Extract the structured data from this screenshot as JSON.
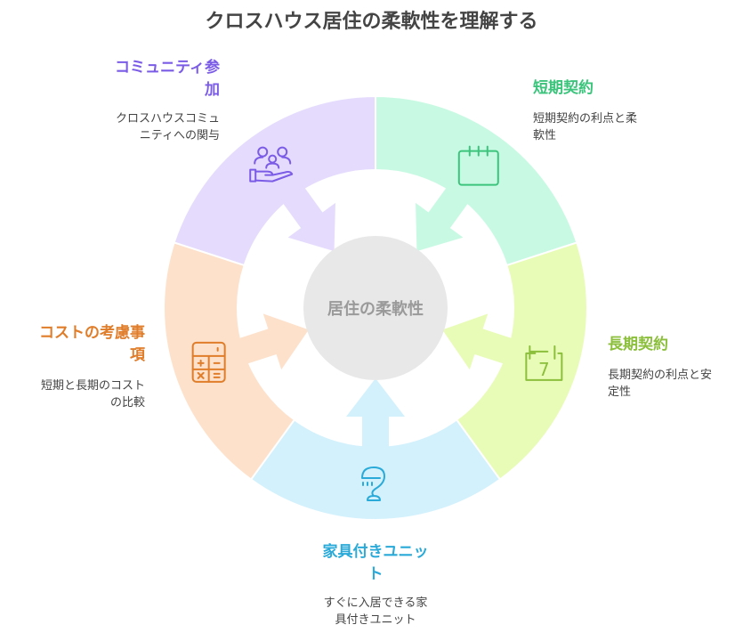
{
  "title": "クロスハウス居住の柔軟性を理解する",
  "center": {
    "label": "居住の柔軟性",
    "fill": "#e8e8e8",
    "text_color": "#9a9a9a"
  },
  "segments": [
    {
      "id": "community",
      "title_lines": [
        "コミュニティ参",
        "加"
      ],
      "desc_lines": [
        "クロスハウスコミュ",
        "ニティへの関与"
      ],
      "icon": "community-hand-icon",
      "fill": "#e5dcfd",
      "color": "#7b5ce6"
    },
    {
      "id": "short",
      "title_lines": [
        "短期契約"
      ],
      "desc_lines": [
        "短期契約の利点と柔",
        "軟性"
      ],
      "icon": "calendar-icon",
      "fill": "#c8fae3",
      "color": "#3cc47c"
    },
    {
      "id": "long",
      "title_lines": [
        "長期契約"
      ],
      "desc_lines": [
        "長期契約の利点と安",
        "定性"
      ],
      "icon": "calendar-7-icon",
      "fill": "#e8fcb8",
      "color": "#8cbf3c"
    },
    {
      "id": "furnished",
      "title_lines": [
        "家具付きユニッ",
        "ト"
      ],
      "desc_lines": [
        "すぐに入居できる家",
        "具付きユニット"
      ],
      "icon": "desk-lamp-icon",
      "fill": "#d3f1fc",
      "color": "#2aaad8"
    },
    {
      "id": "cost",
      "title_lines": [
        "コストの考慮事",
        "項"
      ],
      "desc_lines": [
        "短期と長期のコスト",
        "の比較"
      ],
      "icon": "calculator-icon",
      "fill": "#fde1cb",
      "color": "#e07d2a"
    }
  ]
}
